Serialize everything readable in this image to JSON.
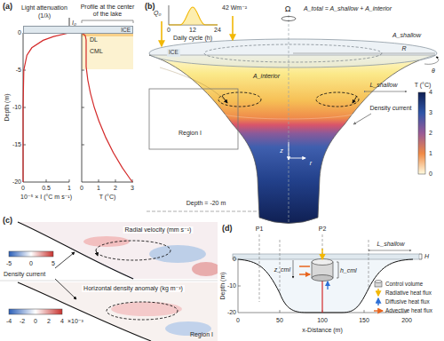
{
  "diagram": {
    "nodes": [
      {
        "text": [
          "ICE"
        ]
      },
      {
        "text": [
          "ICE"
        ]
      }
    ],
    "labels": [
      "(a)",
      "Light attenuation",
      "(1/λ)",
      "I₀",
      "Profile at the center of the lake",
      "DL",
      "CML",
      "Depth (m)",
      "0",
      "-5",
      "-10",
      "-15",
      "-20",
      "0",
      "0.5",
      "1",
      "10⁻⁵ × I (°C m s⁻¹)",
      "0",
      "1",
      "2",
      "3",
      "T (°C)",
      "(b)",
      "Q₀",
      "42 Wm⁻²",
      "0",
      "12",
      "24",
      "Daily cycle (h)",
      "Ω",
      "A_total = A_shallow + A_interior",
      "R",
      "A_shallow",
      "θ",
      "A_interior",
      "L_shallow",
      "Density current",
      "Region I",
      "z",
      "r",
      "Depth = -20 m",
      "T (°C)",
      "4",
      "3",
      "2",
      "1",
      "0",
      "(c)",
      "Radial velocity (mm s⁻¹)",
      "-5",
      "0",
      "5",
      "Density current",
      "Horizontal density anomaly (kg m⁻³)",
      "-4",
      "-2",
      "0",
      "2",
      "4",
      "×10⁻³",
      "Region I",
      "(d)",
      "P1",
      "P2",
      "L_shallow",
      "H",
      "h_cml",
      "z_cml",
      "Depth (m)",
      "0",
      "-10",
      "-20",
      "0",
      "50",
      "100",
      "150",
      "200",
      "x-Distance (m)"
    ],
    "legend": [
      {
        "text": "Control volume"
      },
      {
        "text": "Radiative heat flux"
      },
      {
        "text": "Diffusive heat flux"
      },
      {
        "text": "Advective heat flux"
      }
    ]
  }
}
